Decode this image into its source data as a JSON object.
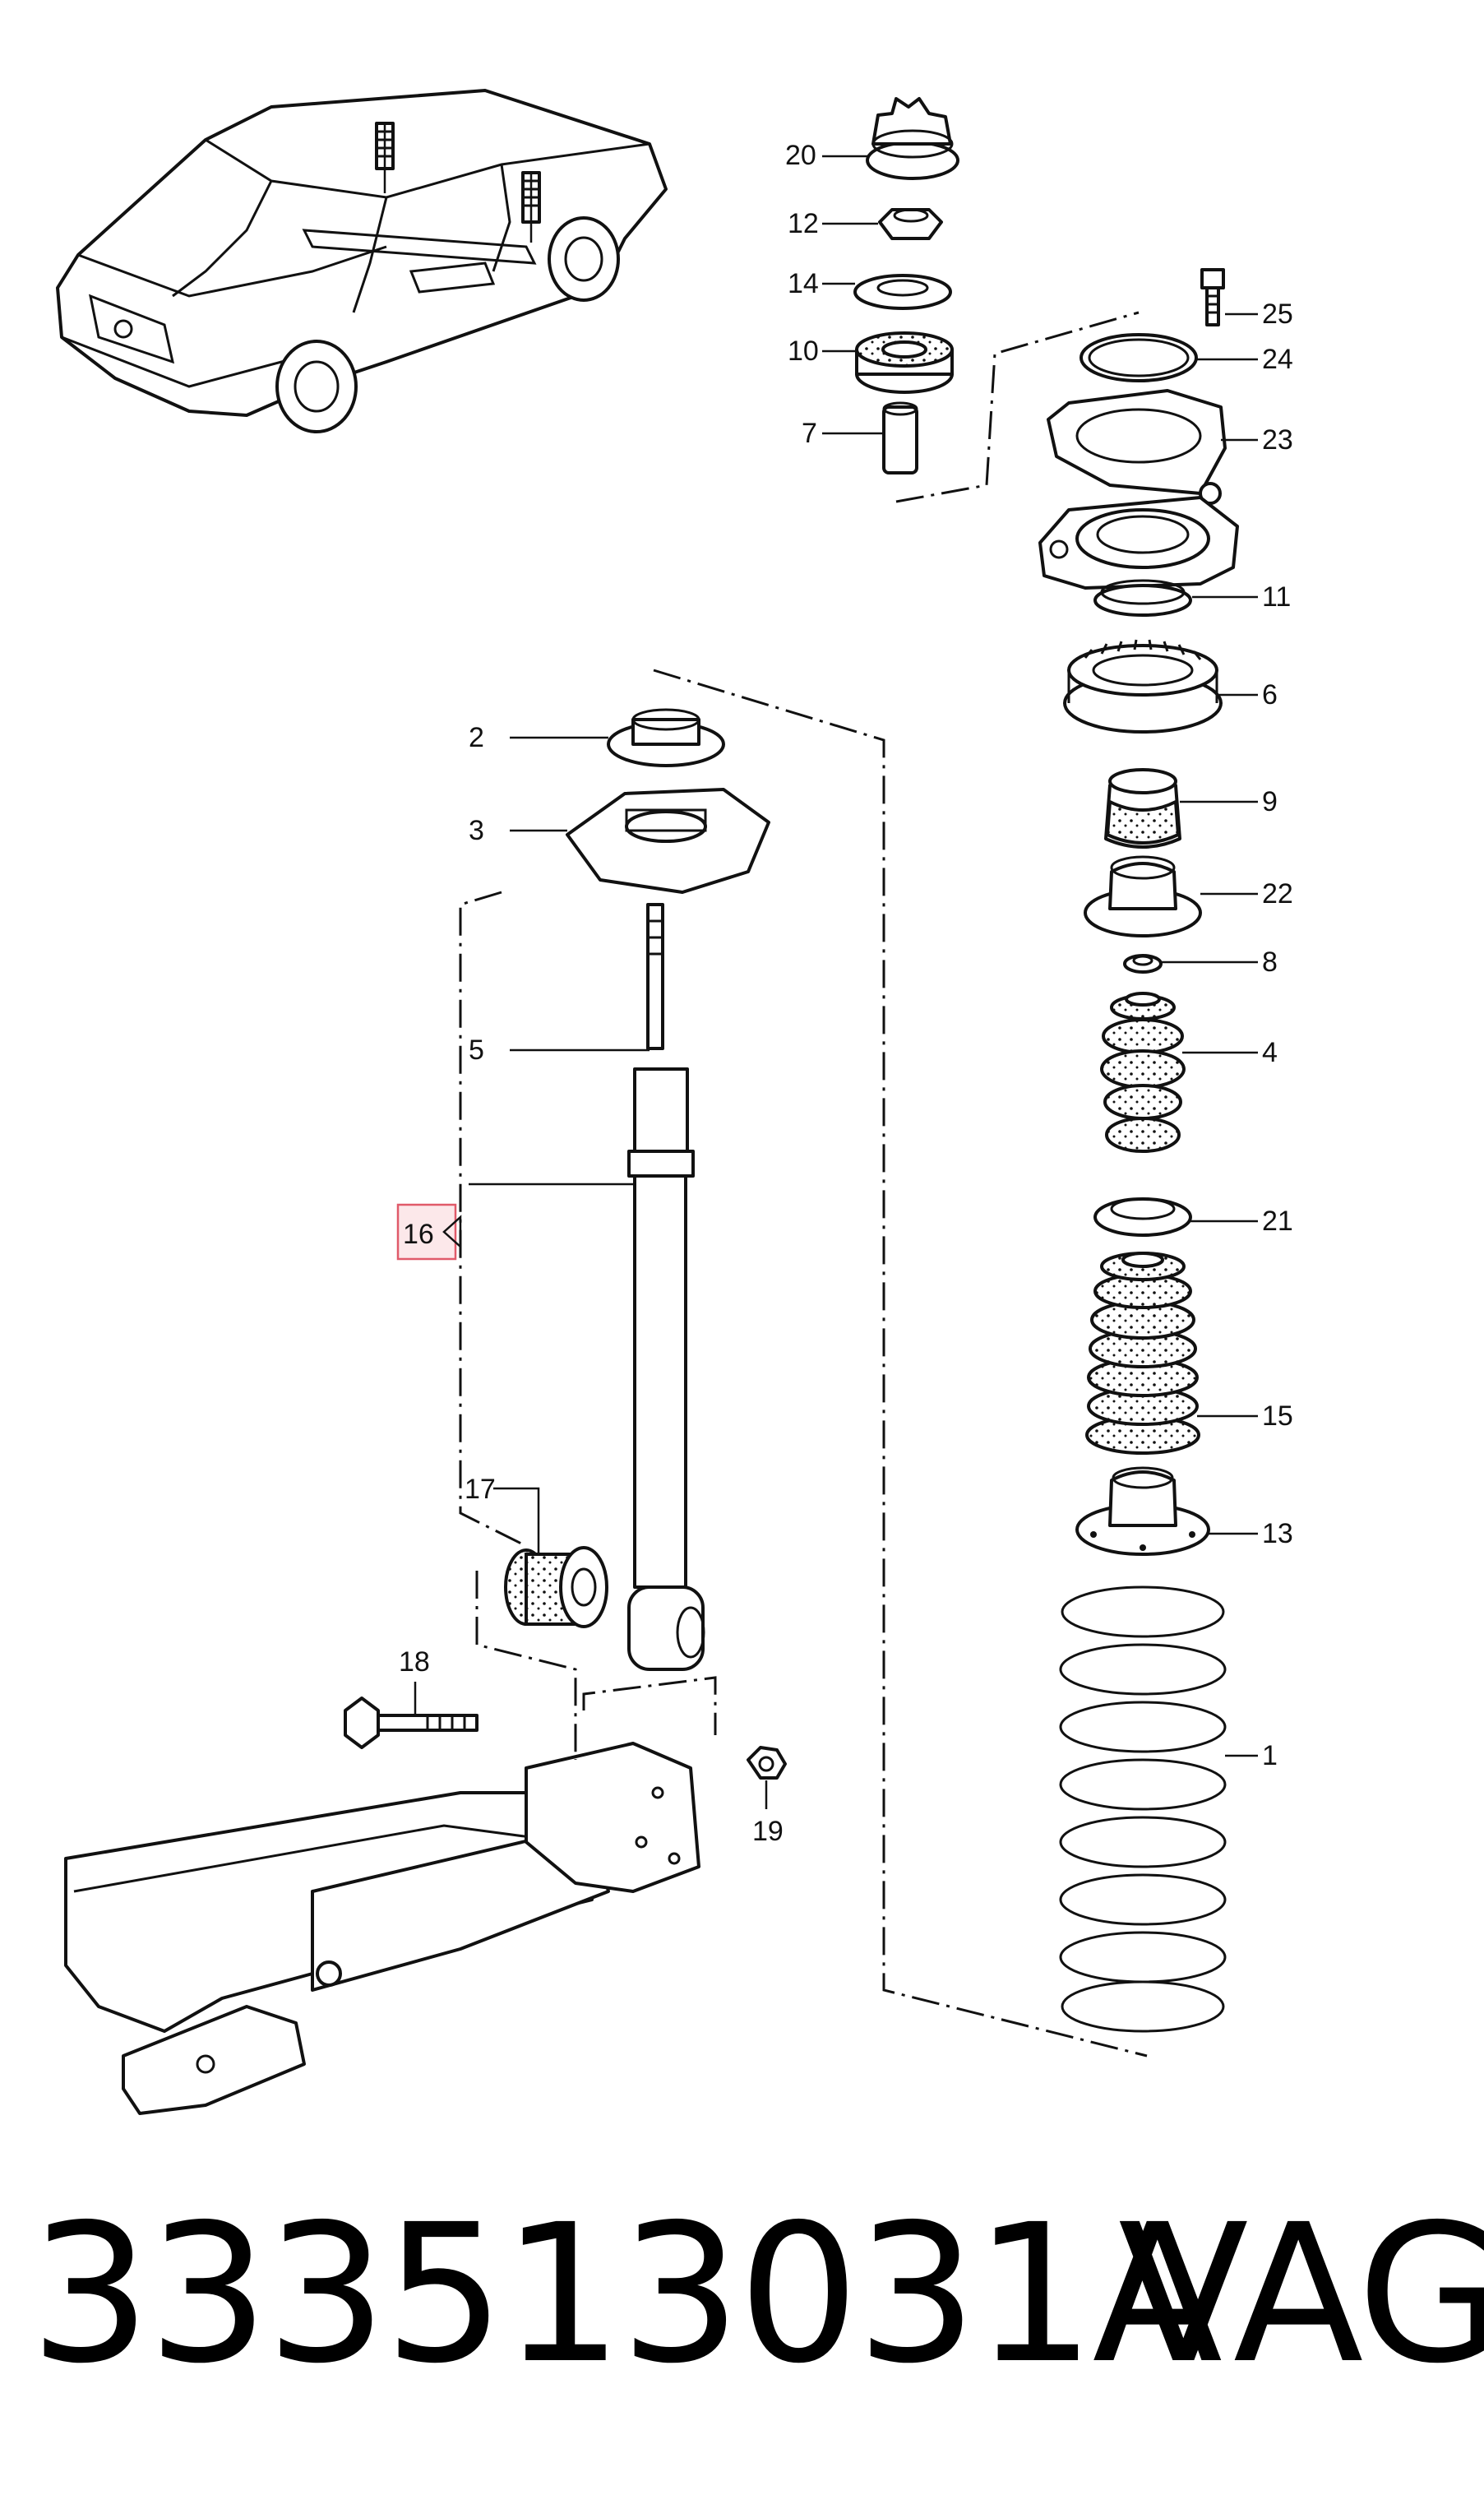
{
  "diagram": {
    "callouts": [
      {
        "id": "c20",
        "text": "20"
      },
      {
        "id": "c12",
        "text": "12"
      },
      {
        "id": "c14",
        "text": "14"
      },
      {
        "id": "c10",
        "text": "10"
      },
      {
        "id": "c7",
        "text": "7"
      },
      {
        "id": "c25",
        "text": "25"
      },
      {
        "id": "c24",
        "text": "24"
      },
      {
        "id": "c23",
        "text": "23"
      },
      {
        "id": "c11",
        "text": "11"
      },
      {
        "id": "c6",
        "text": "6"
      },
      {
        "id": "c9",
        "text": "9"
      },
      {
        "id": "c22",
        "text": "22"
      },
      {
        "id": "c8",
        "text": "8"
      },
      {
        "id": "c4",
        "text": "4"
      },
      {
        "id": "c21",
        "text": "21"
      },
      {
        "id": "c15",
        "text": "15"
      },
      {
        "id": "c13",
        "text": "13"
      },
      {
        "id": "c1",
        "text": "1"
      },
      {
        "id": "c2",
        "text": "2"
      },
      {
        "id": "c3",
        "text": "3"
      },
      {
        "id": "c5",
        "text": "5"
      },
      {
        "id": "c16",
        "text": "16"
      },
      {
        "id": "c17",
        "text": "17"
      },
      {
        "id": "c18",
        "text": "18"
      },
      {
        "id": "c19",
        "text": "19"
      }
    ],
    "highlight_color": "#e05a6a"
  },
  "footer": {
    "part_number": "333513031A",
    "brand": "VAG"
  }
}
